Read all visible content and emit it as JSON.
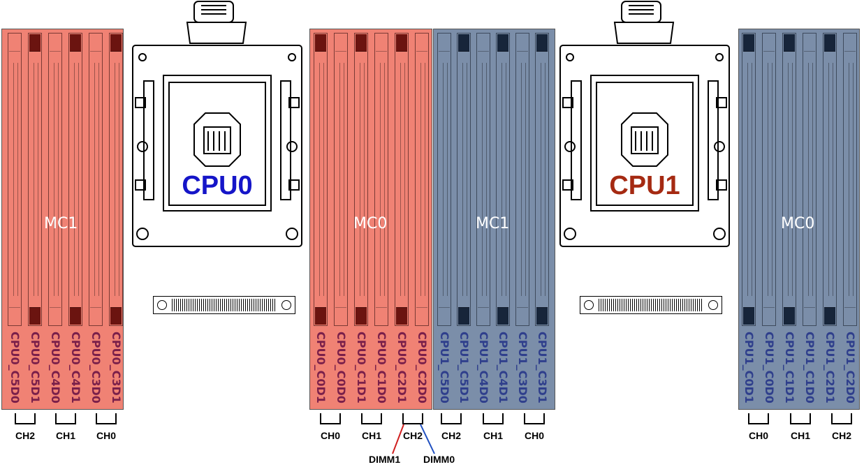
{
  "colors": {
    "cpu0_bank": "#f08274",
    "cpu1_bank": "#7b8ea9",
    "cpu0_label": "#1515c8",
    "cpu1_label": "#a52a12",
    "dimm1_line": "#d02020",
    "dimm0_line": "#2050c0"
  },
  "cpus": [
    {
      "label": "CPU0"
    },
    {
      "label": "CPU1"
    }
  ],
  "banks": [
    {
      "mc": "MC1",
      "dimms": [
        "CPU0_C5D0",
        "CPU0_C5D1",
        "CPU0_C4D0",
        "CPU0_C4D1",
        "CPU0_C3D0",
        "CPU0_C3D1"
      ],
      "channels": [
        "CH2",
        "CH1",
        "CH0"
      ]
    },
    {
      "mc": "MC0",
      "dimms": [
        "CPU0_C0D1",
        "CPU0_C0D0",
        "CPU0_C1D1",
        "CPU0_C1D0",
        "CPU0_C2D1",
        "CPU0_C2D0"
      ],
      "channels": [
        "CH0",
        "CH1",
        "CH2"
      ]
    },
    {
      "mc": "MC1",
      "dimms": [
        "CPU1_C5D0",
        "CPU1_C5D1",
        "CPU1_C4D0",
        "CPU1_C4D1",
        "CPU1_C3D0",
        "CPU1_C3D1"
      ],
      "channels": [
        "CH2",
        "CH1",
        "CH0"
      ]
    },
    {
      "mc": "MC0",
      "dimms": [
        "CPU1_C0D1",
        "CPU1_C0D0",
        "CPU1_C1D1",
        "CPU1_C1D0",
        "CPU1_C2D1",
        "CPU1_C2D0"
      ],
      "channels": [
        "CH0",
        "CH1",
        "CH2"
      ]
    }
  ],
  "dimm_selector": {
    "dimm1": "DIMM1",
    "dimm0": "DIMM0"
  }
}
